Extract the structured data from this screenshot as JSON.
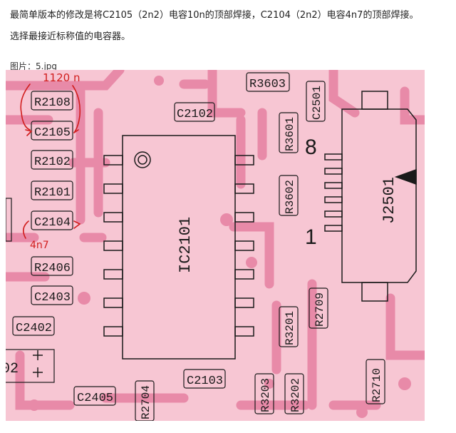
{
  "post": {
    "line1": "最简单版本的修改是将C2105（2n2）电容10n的顶部焊接，C2104（2n2）电容4n7的顶部焊接。",
    "line2": "选择最接近标称值的电容器。",
    "caption": "图片：5.jpg"
  },
  "pcb": {
    "components": {
      "r2108": "R2108",
      "c2105": "C2105",
      "r2102": "R2102",
      "r2101": "R2101",
      "c2104": "C2104",
      "r2406": "R2406",
      "c2403": "C2403",
      "c2402": "C2402",
      "c2102": "C2102",
      "ic2101": "IC2101",
      "r3603": "R3603",
      "c2501": "C2501",
      "r3601": "R3601",
      "r3602": "R3602",
      "j2501": "J2501",
      "r2709": "R2709",
      "r3201": "R3201",
      "c2103": "C2103",
      "c2405": "C2405",
      "r2704": "R2704",
      "r3203": "R3203",
      "r3202": "R3202",
      "r2710": "R2710",
      "left_partial": "02"
    },
    "pins": {
      "pin8": "8",
      "pin1": "1"
    },
    "annotations": {
      "top_note": "1120 n",
      "bottom_note": "4n7"
    },
    "colors": {
      "board": "#f7c6d3",
      "traces": "#e88aa8",
      "silk": "#1a1a1a",
      "ink": "#d11c1c"
    }
  }
}
